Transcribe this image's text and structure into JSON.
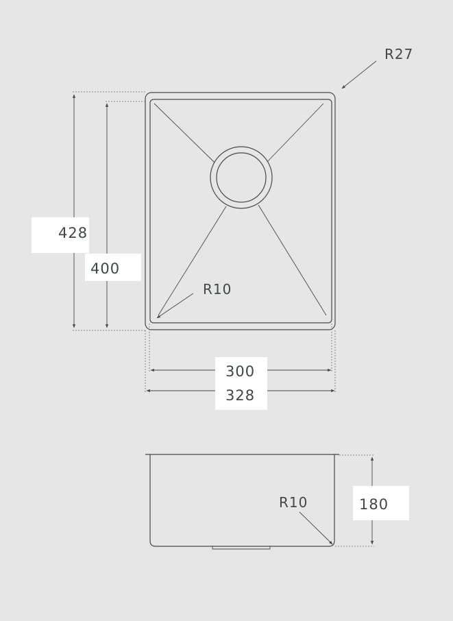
{
  "labels": {
    "outer_height": "428",
    "inner_height": "400",
    "inner_width": "300",
    "outer_width": "328",
    "depth": "180",
    "outer_radius": "R27",
    "inner_radius_top": "R10",
    "inner_radius_side": "R10"
  },
  "colors": {
    "background": "#e6e6e6",
    "line": "#3f4a49",
    "label_background": "#ffffff"
  }
}
